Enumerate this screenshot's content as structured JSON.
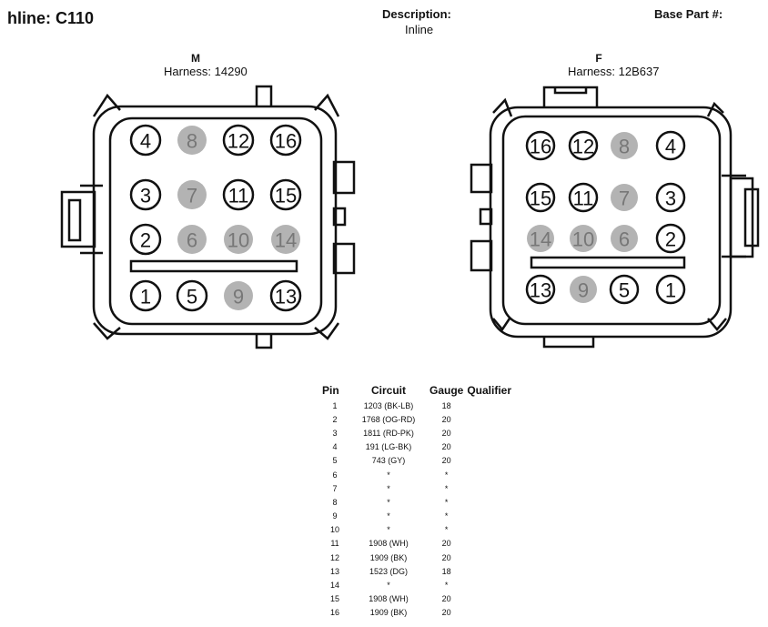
{
  "header": {
    "title": "hline: C110",
    "description_label": "Description:",
    "description_value": "Inline",
    "base_part_label": "Base Part #:"
  },
  "connectors": [
    {
      "label": "M",
      "harness": "Harness: 14290",
      "pins_dark": [
        "1",
        "2",
        "3",
        "4",
        "5",
        "11",
        "12",
        "13",
        "15",
        "16"
      ],
      "pins_gray": [
        "6",
        "7",
        "8",
        "9",
        "10",
        "14"
      ]
    },
    {
      "label": "F",
      "harness": "Harness: 12B637",
      "pins_dark": [
        "1",
        "2",
        "3",
        "4",
        "5",
        "11",
        "12",
        "13",
        "15",
        "16"
      ],
      "pins_gray": [
        "6",
        "7",
        "8",
        "9",
        "10",
        "14"
      ]
    }
  ],
  "table": {
    "headers": [
      "Pin",
      "Circuit",
      "Gauge",
      "Qualifier"
    ],
    "rows": [
      {
        "pin": "1",
        "circuit": "1203 (BK-LB)",
        "gauge": "18"
      },
      {
        "pin": "2",
        "circuit": "1768 (OG-RD)",
        "gauge": "20"
      },
      {
        "pin": "3",
        "circuit": "1811 (RD-PK)",
        "gauge": "20"
      },
      {
        "pin": "4",
        "circuit": "191 (LG-BK)",
        "gauge": "20"
      },
      {
        "pin": "5",
        "circuit": "743 (GY)",
        "gauge": "20"
      },
      {
        "pin": "6",
        "circuit": "*",
        "gauge": "*"
      },
      {
        "pin": "7",
        "circuit": "*",
        "gauge": "*"
      },
      {
        "pin": "8",
        "circuit": "*",
        "gauge": "*"
      },
      {
        "pin": "9",
        "circuit": "*",
        "gauge": "*"
      },
      {
        "pin": "10",
        "circuit": "*",
        "gauge": "*"
      },
      {
        "pin": "11",
        "circuit": "1908 (WH)",
        "gauge": "20"
      },
      {
        "pin": "12",
        "circuit": "1909 (BK)",
        "gauge": "20"
      },
      {
        "pin": "13",
        "circuit": "1523 (DG)",
        "gauge": "18"
      },
      {
        "pin": "14",
        "circuit": "*",
        "gauge": "*"
      },
      {
        "pin": "15",
        "circuit": "1908 (WH)",
        "gauge": "20"
      },
      {
        "pin": "16",
        "circuit": "1909 (BK)",
        "gauge": "20"
      }
    ]
  }
}
